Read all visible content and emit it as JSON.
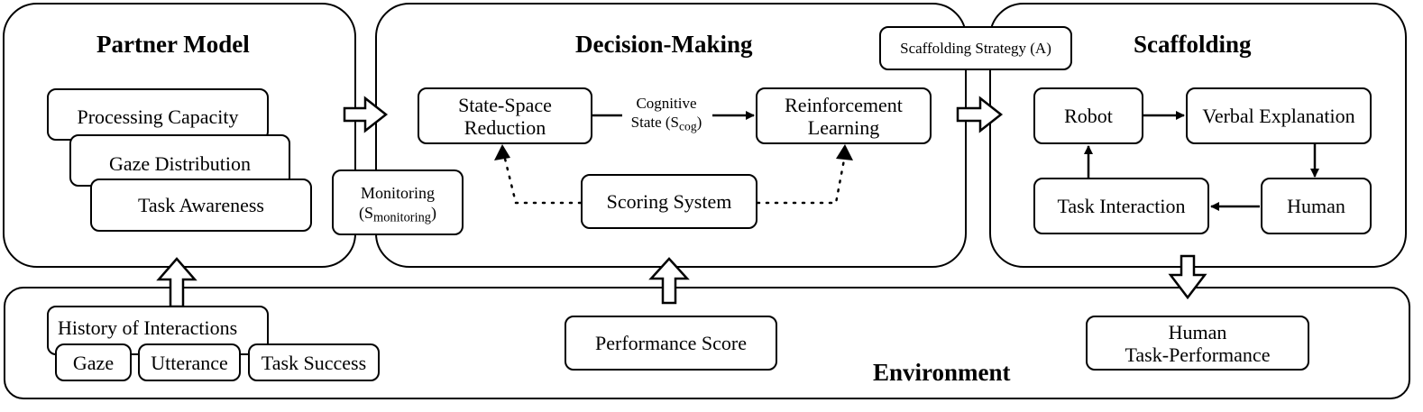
{
  "partner_model": {
    "title": "Partner Model",
    "stack": [
      "Processing Capacity",
      "Gaze Distribution",
      "Task Awareness"
    ]
  },
  "decision_making": {
    "title": "Decision-Making",
    "state_space": [
      "State-Space",
      "Reduction"
    ],
    "cognitive_state": {
      "line1": "Cognitive",
      "line2": "State (S",
      "sub": "cog",
      "close": ")"
    },
    "reinforcement": [
      "Reinforcement",
      "Learning"
    ],
    "scoring": "Scoring System",
    "monitoring": {
      "line1": "Monitoring",
      "open": "(S",
      "sub": "monitoring",
      "close": ")"
    }
  },
  "scaffolding": {
    "title": "Scaffolding",
    "strategy": "Scaffolding Strategy (A)",
    "robot": "Robot",
    "verbal": "Verbal Explanation",
    "human": "Human",
    "task_interaction": "Task Interaction"
  },
  "environment": {
    "title": "Environment",
    "history": "History of Interactions",
    "history_items": [
      "Gaze",
      "Utterance",
      "Task Success"
    ],
    "performance_score": "Performance Score",
    "human_task_performance": [
      "Human",
      "Task-Performance"
    ]
  }
}
